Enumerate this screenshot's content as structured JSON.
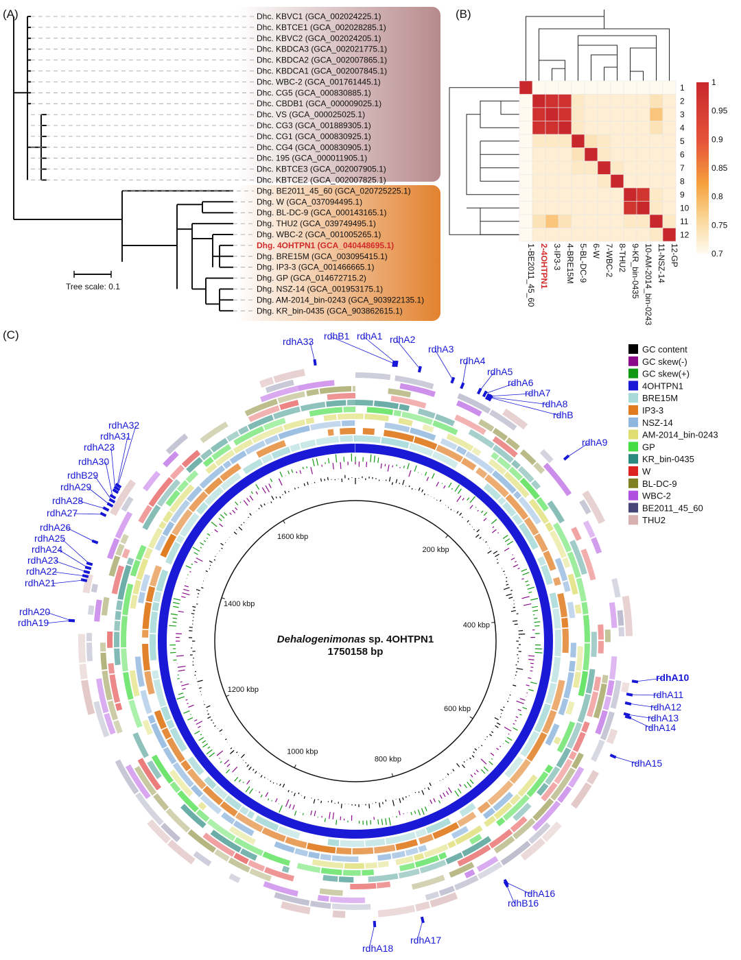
{
  "panels": {
    "a": "(A)",
    "b": "(B)",
    "c": "(C)"
  },
  "tree": {
    "scale_label": "Tree scale: 0.1",
    "highlight_tip": "Dhg. 4OHTPN1 (GCA_040448695.1)",
    "tips": [
      "Dhc. KBVC1 (GCA_002024225.1)",
      "Dhc. KBTCE1 (GCA_002028285.1)",
      "Dhc. KBVC2 (GCA_002024205.1)",
      "Dhc. KBDCA3 (GCA_002021775.1)",
      "Dhc. KBDCA2 (GCA_002007865.1)",
      "Dhc. KBDCA1 (GCA_002007845.1)",
      "Dhc. WBC-2 (GCA_001761445.1)",
      "Dhc. CG5 (GCA_000830885.1)",
      "Dhc. CBDB1 (GCA_000009025.1)",
      "Dhc. VS (GCA_000025025.1)",
      "Dhc. CG3 (GCA_001889305.1)",
      "Dhc. CG1 (GCA_000830925.1)",
      "Dhc. CG4 (GCA_000830905.1)",
      "Dhc. 195 (GCA_000011905.1)",
      "Dhc. KBTCE3 (GCA_002007905.1)",
      "Dhc. KBTCE2 (GCA_002007825.1)",
      "Dhg. BE2011_45_60 (GCA_020725225.1)",
      "Dhg. W (GCA_037094495.1)",
      "Dhg. BL-DC-9 (GCA_000143165.1)",
      "Dhg. THU2 (GCA_039749495.1)",
      "Dhg. WBC-2 (GCA_001005265.1)",
      "Dhg. 4OHTPN1 (GCA_040448695.1)",
      "Dhg. BRE15M (GCA_003095415.1)",
      "Dhg. IP3-3 (GCA_001466665.1)",
      "Dhg. GP (GCA_014672715.2)",
      "Dhg. NSZ-14 (GCA_001953175.1)",
      "Dhg. AM-2014_bin-0243 (GCA_903922135.1)",
      "Dhg. KR_bin-0435 (GCA_903862615.1)"
    ],
    "colors": {
      "dhc_band": "#b88a8c",
      "dhg_band": "#e2822e"
    }
  },
  "heatmap": {
    "row_labels": [
      "1",
      "2",
      "3",
      "4",
      "5",
      "6",
      "7",
      "8",
      "9",
      "10",
      "11",
      "12"
    ],
    "col_labels": [
      "1-BE2011_45_60",
      "2-4OHTPN1",
      "3-IP3-3",
      "4-BRE15M",
      "5-BL-DC-9",
      "6-W",
      "7-WBC-2",
      "8-THU2",
      "9-KR_bin-0435",
      "10-AM-2014_bin-0243",
      "11-NSZ-14",
      "12-GP"
    ],
    "highlight_col": "2-4OHTPN1",
    "scale_ticks": [
      "1",
      "0.95",
      "0.9",
      "0.85",
      "0.8",
      "0.75",
      "0.7"
    ],
    "values": [
      [
        1.0,
        0.7,
        0.7,
        0.7,
        0.7,
        0.7,
        0.7,
        0.7,
        0.7,
        0.7,
        0.7,
        0.7
      ],
      [
        0.7,
        1.0,
        0.98,
        0.98,
        0.73,
        0.72,
        0.72,
        0.72,
        0.72,
        0.72,
        0.74,
        0.72
      ],
      [
        0.7,
        0.98,
        1.0,
        0.98,
        0.73,
        0.72,
        0.72,
        0.72,
        0.72,
        0.72,
        0.78,
        0.72
      ],
      [
        0.7,
        0.98,
        0.98,
        1.0,
        0.73,
        0.72,
        0.72,
        0.72,
        0.72,
        0.72,
        0.74,
        0.72
      ],
      [
        0.7,
        0.73,
        0.73,
        0.73,
        1.0,
        0.74,
        0.73,
        0.72,
        0.72,
        0.72,
        0.72,
        0.72
      ],
      [
        0.7,
        0.72,
        0.72,
        0.72,
        0.74,
        1.0,
        0.73,
        0.72,
        0.72,
        0.72,
        0.72,
        0.72
      ],
      [
        0.7,
        0.72,
        0.72,
        0.72,
        0.73,
        0.73,
        1.0,
        0.73,
        0.72,
        0.72,
        0.72,
        0.72
      ],
      [
        0.7,
        0.72,
        0.72,
        0.72,
        0.72,
        0.72,
        0.73,
        1.0,
        0.72,
        0.72,
        0.72,
        0.72
      ],
      [
        0.7,
        0.72,
        0.72,
        0.72,
        0.72,
        0.72,
        0.72,
        0.72,
        1.0,
        0.97,
        0.73,
        0.72
      ],
      [
        0.7,
        0.72,
        0.72,
        0.72,
        0.72,
        0.72,
        0.72,
        0.72,
        0.97,
        1.0,
        0.73,
        0.72
      ],
      [
        0.7,
        0.74,
        0.78,
        0.74,
        0.72,
        0.72,
        0.72,
        0.72,
        0.73,
        0.73,
        1.0,
        0.73
      ],
      [
        0.7,
        0.72,
        0.72,
        0.72,
        0.72,
        0.72,
        0.72,
        0.72,
        0.72,
        0.72,
        0.73,
        1.0
      ]
    ]
  },
  "circos": {
    "title_italic": "Dehalogenimonas",
    "title_rest": " sp. 4OHTPN1",
    "subtitle": "1750158 bp",
    "genome_length": 1750158,
    "kbp_labels": [
      "200 kbp",
      "400 kbp",
      "600 kbp",
      "800 kbp",
      "1000 kbp",
      "1200 kbp",
      "1400 kbp",
      "1600 kbp"
    ],
    "legend": [
      {
        "label": "GC content",
        "color": "#000000"
      },
      {
        "label": "GC skew(-)",
        "color": "#8b0a8b"
      },
      {
        "label": "GC skew(+)",
        "color": "#119911"
      },
      {
        "label": "4OHTPN1",
        "color": "#1a1ad6"
      },
      {
        "label": "BRE15M",
        "color": "#a8dad9"
      },
      {
        "label": "IP3-3",
        "color": "#e07b1f"
      },
      {
        "label": "NSZ-14",
        "color": "#8fb6de"
      },
      {
        "label": "AM-2014_bin-0243",
        "color": "#dede72"
      },
      {
        "label": "GP",
        "color": "#44dd44"
      },
      {
        "label": "KR_bin-0435",
        "color": "#2a8a80"
      },
      {
        "label": "W",
        "color": "#dd2222"
      },
      {
        "label": "BL-DC-9",
        "color": "#7f7f23"
      },
      {
        "label": "WBC-2",
        "color": "#b050e0"
      },
      {
        "label": "BE2011_45_60",
        "color": "#454578"
      },
      {
        "label": "THU2",
        "color": "#d7b0b0"
      }
    ],
    "rdh_labels": [
      {
        "text": "rdhA33"
      },
      {
        "text": "rdhB1"
      },
      {
        "text": "rdhA1"
      },
      {
        "text": "rdhA2"
      },
      {
        "text": "rdhA3"
      },
      {
        "text": "rdhA4"
      },
      {
        "text": "rdhA5"
      },
      {
        "text": "rdhA6"
      },
      {
        "text": "rdhA7"
      },
      {
        "text": "rdhA8"
      },
      {
        "text": "rdhB"
      },
      {
        "text": "rdhA9"
      },
      {
        "text": "rdhA10"
      },
      {
        "text": "rdhA11"
      },
      {
        "text": "rdhA12"
      },
      {
        "text": "rdhA13"
      },
      {
        "text": "rdhA14"
      },
      {
        "text": "rdhA15"
      },
      {
        "text": "rdhA16"
      },
      {
        "text": "rdhB16"
      },
      {
        "text": "rdhA17"
      },
      {
        "text": "rdhA18"
      },
      {
        "text": "rdhA19"
      },
      {
        "text": "rdhA20"
      },
      {
        "text": "rdhA21"
      },
      {
        "text": "rdhA22"
      },
      {
        "text": "rdhA23"
      },
      {
        "text": "rdhA24"
      },
      {
        "text": "rdhA25"
      },
      {
        "text": "rdhA26"
      },
      {
        "text": "rdhA27"
      },
      {
        "text": "rdhA28"
      },
      {
        "text": "rdhA29"
      },
      {
        "text": "rdhB29"
      },
      {
        "text": "rdhA30"
      },
      {
        "text": "rdhA23"
      },
      {
        "text": "rdhA31"
      },
      {
        "text": "rdhA32"
      }
    ]
  }
}
